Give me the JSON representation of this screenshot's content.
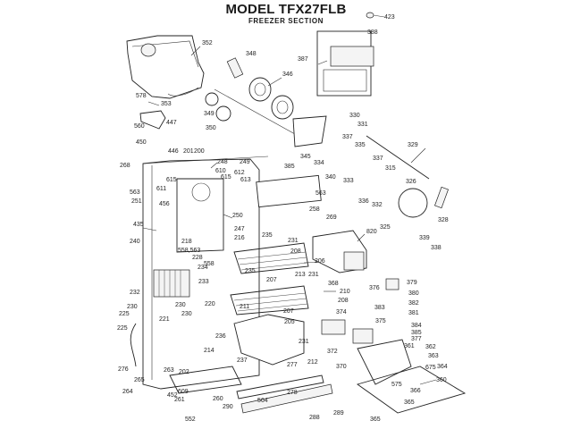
{
  "header": {
    "title": "MODEL TFX27FLB",
    "subtitle": "FREEZER SECTION"
  },
  "callouts": [
    {
      "id": "c423",
      "text": "423"
    },
    {
      "id": "c352",
      "text": "352"
    },
    {
      "id": "c388",
      "text": "388"
    },
    {
      "id": "c387",
      "text": "387"
    },
    {
      "id": "c348",
      "text": "348"
    },
    {
      "id": "c346",
      "text": "346"
    },
    {
      "id": "c578",
      "text": "578"
    },
    {
      "id": "c353",
      "text": "353"
    },
    {
      "id": "c349",
      "text": "349"
    },
    {
      "id": "c447",
      "text": "447"
    },
    {
      "id": "c560",
      "text": "560"
    },
    {
      "id": "c350",
      "text": "350"
    },
    {
      "id": "c330",
      "text": "330"
    },
    {
      "id": "c331",
      "text": "331"
    },
    {
      "id": "c450",
      "text": "450"
    },
    {
      "id": "c446",
      "text": "446"
    },
    {
      "id": "c201",
      "text": "201"
    },
    {
      "id": "c200",
      "text": "200"
    },
    {
      "id": "c337a",
      "text": "337"
    },
    {
      "id": "c335",
      "text": "335"
    },
    {
      "id": "c329",
      "text": "329"
    },
    {
      "id": "c345",
      "text": "345"
    },
    {
      "id": "c334",
      "text": "334"
    },
    {
      "id": "c268",
      "text": "268"
    },
    {
      "id": "c248",
      "text": "248"
    },
    {
      "id": "c249",
      "text": "249"
    },
    {
      "id": "c610",
      "text": "610"
    },
    {
      "id": "c612",
      "text": "612"
    },
    {
      "id": "c340",
      "text": "340"
    },
    {
      "id": "c333",
      "text": "333"
    },
    {
      "id": "c337b",
      "text": "337"
    },
    {
      "id": "c315",
      "text": "315"
    },
    {
      "id": "c615a",
      "text": "615"
    },
    {
      "id": "c615b",
      "text": "615"
    },
    {
      "id": "c611",
      "text": "611"
    },
    {
      "id": "c613",
      "text": "613"
    },
    {
      "id": "c385",
      "text": "385"
    },
    {
      "id": "c563a",
      "text": "563"
    },
    {
      "id": "c563b",
      "text": "563"
    },
    {
      "id": "c336",
      "text": "336"
    },
    {
      "id": "c332",
      "text": "332"
    },
    {
      "id": "c326",
      "text": "326"
    },
    {
      "id": "c251",
      "text": "251"
    },
    {
      "id": "c456",
      "text": "456"
    },
    {
      "id": "c250",
      "text": "250"
    },
    {
      "id": "c258",
      "text": "258"
    },
    {
      "id": "c269",
      "text": "269"
    },
    {
      "id": "c325",
      "text": "325"
    },
    {
      "id": "c328",
      "text": "328"
    },
    {
      "id": "c435",
      "text": "435"
    },
    {
      "id": "c247",
      "text": "247"
    },
    {
      "id": "c216",
      "text": "216"
    },
    {
      "id": "c820",
      "text": "820"
    },
    {
      "id": "c338",
      "text": "338"
    },
    {
      "id": "c339",
      "text": "339"
    },
    {
      "id": "c240",
      "text": "240"
    },
    {
      "id": "c218",
      "text": "218"
    },
    {
      "id": "c235a",
      "text": "235"
    },
    {
      "id": "c231a",
      "text": "231"
    },
    {
      "id": "c558_563",
      "text": "558,563"
    },
    {
      "id": "c228",
      "text": "228"
    },
    {
      "id": "c558",
      "text": "558"
    },
    {
      "id": "c208a",
      "text": "208"
    },
    {
      "id": "c206",
      "text": "206"
    },
    {
      "id": "c234",
      "text": "234"
    },
    {
      "id": "c233",
      "text": "233"
    },
    {
      "id": "c235b",
      "text": "235"
    },
    {
      "id": "c368",
      "text": "368"
    },
    {
      "id": "c376",
      "text": "376"
    },
    {
      "id": "c379",
      "text": "379"
    },
    {
      "id": "c232",
      "text": "232"
    },
    {
      "id": "c207a",
      "text": "207"
    },
    {
      "id": "c213",
      "text": "213"
    },
    {
      "id": "c231b",
      "text": "231"
    },
    {
      "id": "c210",
      "text": "210"
    },
    {
      "id": "c380",
      "text": "380"
    },
    {
      "id": "c230a",
      "text": "230"
    },
    {
      "id": "c220",
      "text": "220"
    },
    {
      "id": "c211",
      "text": "211"
    },
    {
      "id": "c207b",
      "text": "207"
    },
    {
      "id": "c208b",
      "text": "208"
    },
    {
      "id": "c382",
      "text": "382"
    },
    {
      "id": "c383",
      "text": "383"
    },
    {
      "id": "c381",
      "text": "381"
    },
    {
      "id": "c230b",
      "text": "230"
    },
    {
      "id": "c230c",
      "text": "230"
    },
    {
      "id": "c374",
      "text": "374"
    },
    {
      "id": "c375",
      "text": "375"
    },
    {
      "id": "c384",
      "text": "384"
    },
    {
      "id": "c385b",
      "text": "385"
    },
    {
      "id": "c377",
      "text": "377"
    },
    {
      "id": "c225a",
      "text": "225"
    },
    {
      "id": "c221",
      "text": "221"
    },
    {
      "id": "c205",
      "text": "205"
    },
    {
      "id": "c236",
      "text": "236"
    },
    {
      "id": "c231c",
      "text": "231"
    },
    {
      "id": "c372",
      "text": "372"
    },
    {
      "id": "c361",
      "text": "361"
    },
    {
      "id": "c362",
      "text": "362"
    },
    {
      "id": "c363",
      "text": "363"
    },
    {
      "id": "c370",
      "text": "370"
    },
    {
      "id": "c225b",
      "text": "225"
    },
    {
      "id": "c214",
      "text": "214"
    },
    {
      "id": "c237",
      "text": "237"
    },
    {
      "id": "c212",
      "text": "212"
    },
    {
      "id": "c675",
      "text": "675"
    },
    {
      "id": "c364",
      "text": "364"
    },
    {
      "id": "c277",
      "text": "277"
    },
    {
      "id": "c360",
      "text": "360"
    },
    {
      "id": "c276",
      "text": "276"
    },
    {
      "id": "c263",
      "text": "263"
    },
    {
      "id": "c265",
      "text": "265"
    },
    {
      "id": "c202",
      "text": "202"
    },
    {
      "id": "c575",
      "text": "575"
    },
    {
      "id": "c366",
      "text": "366"
    },
    {
      "id": "c264",
      "text": "264"
    },
    {
      "id": "c609",
      "text": "609"
    },
    {
      "id": "c452",
      "text": "452"
    },
    {
      "id": "c261",
      "text": "261"
    },
    {
      "id": "c260",
      "text": "260"
    },
    {
      "id": "c564",
      "text": "564"
    },
    {
      "id": "c278",
      "text": "278"
    },
    {
      "id": "c365a",
      "text": "365"
    },
    {
      "id": "c290",
      "text": "290"
    },
    {
      "id": "c289",
      "text": "289"
    },
    {
      "id": "c288",
      "text": "288"
    },
    {
      "id": "c552",
      "text": "552"
    },
    {
      "id": "c365b",
      "text": "365"
    }
  ]
}
